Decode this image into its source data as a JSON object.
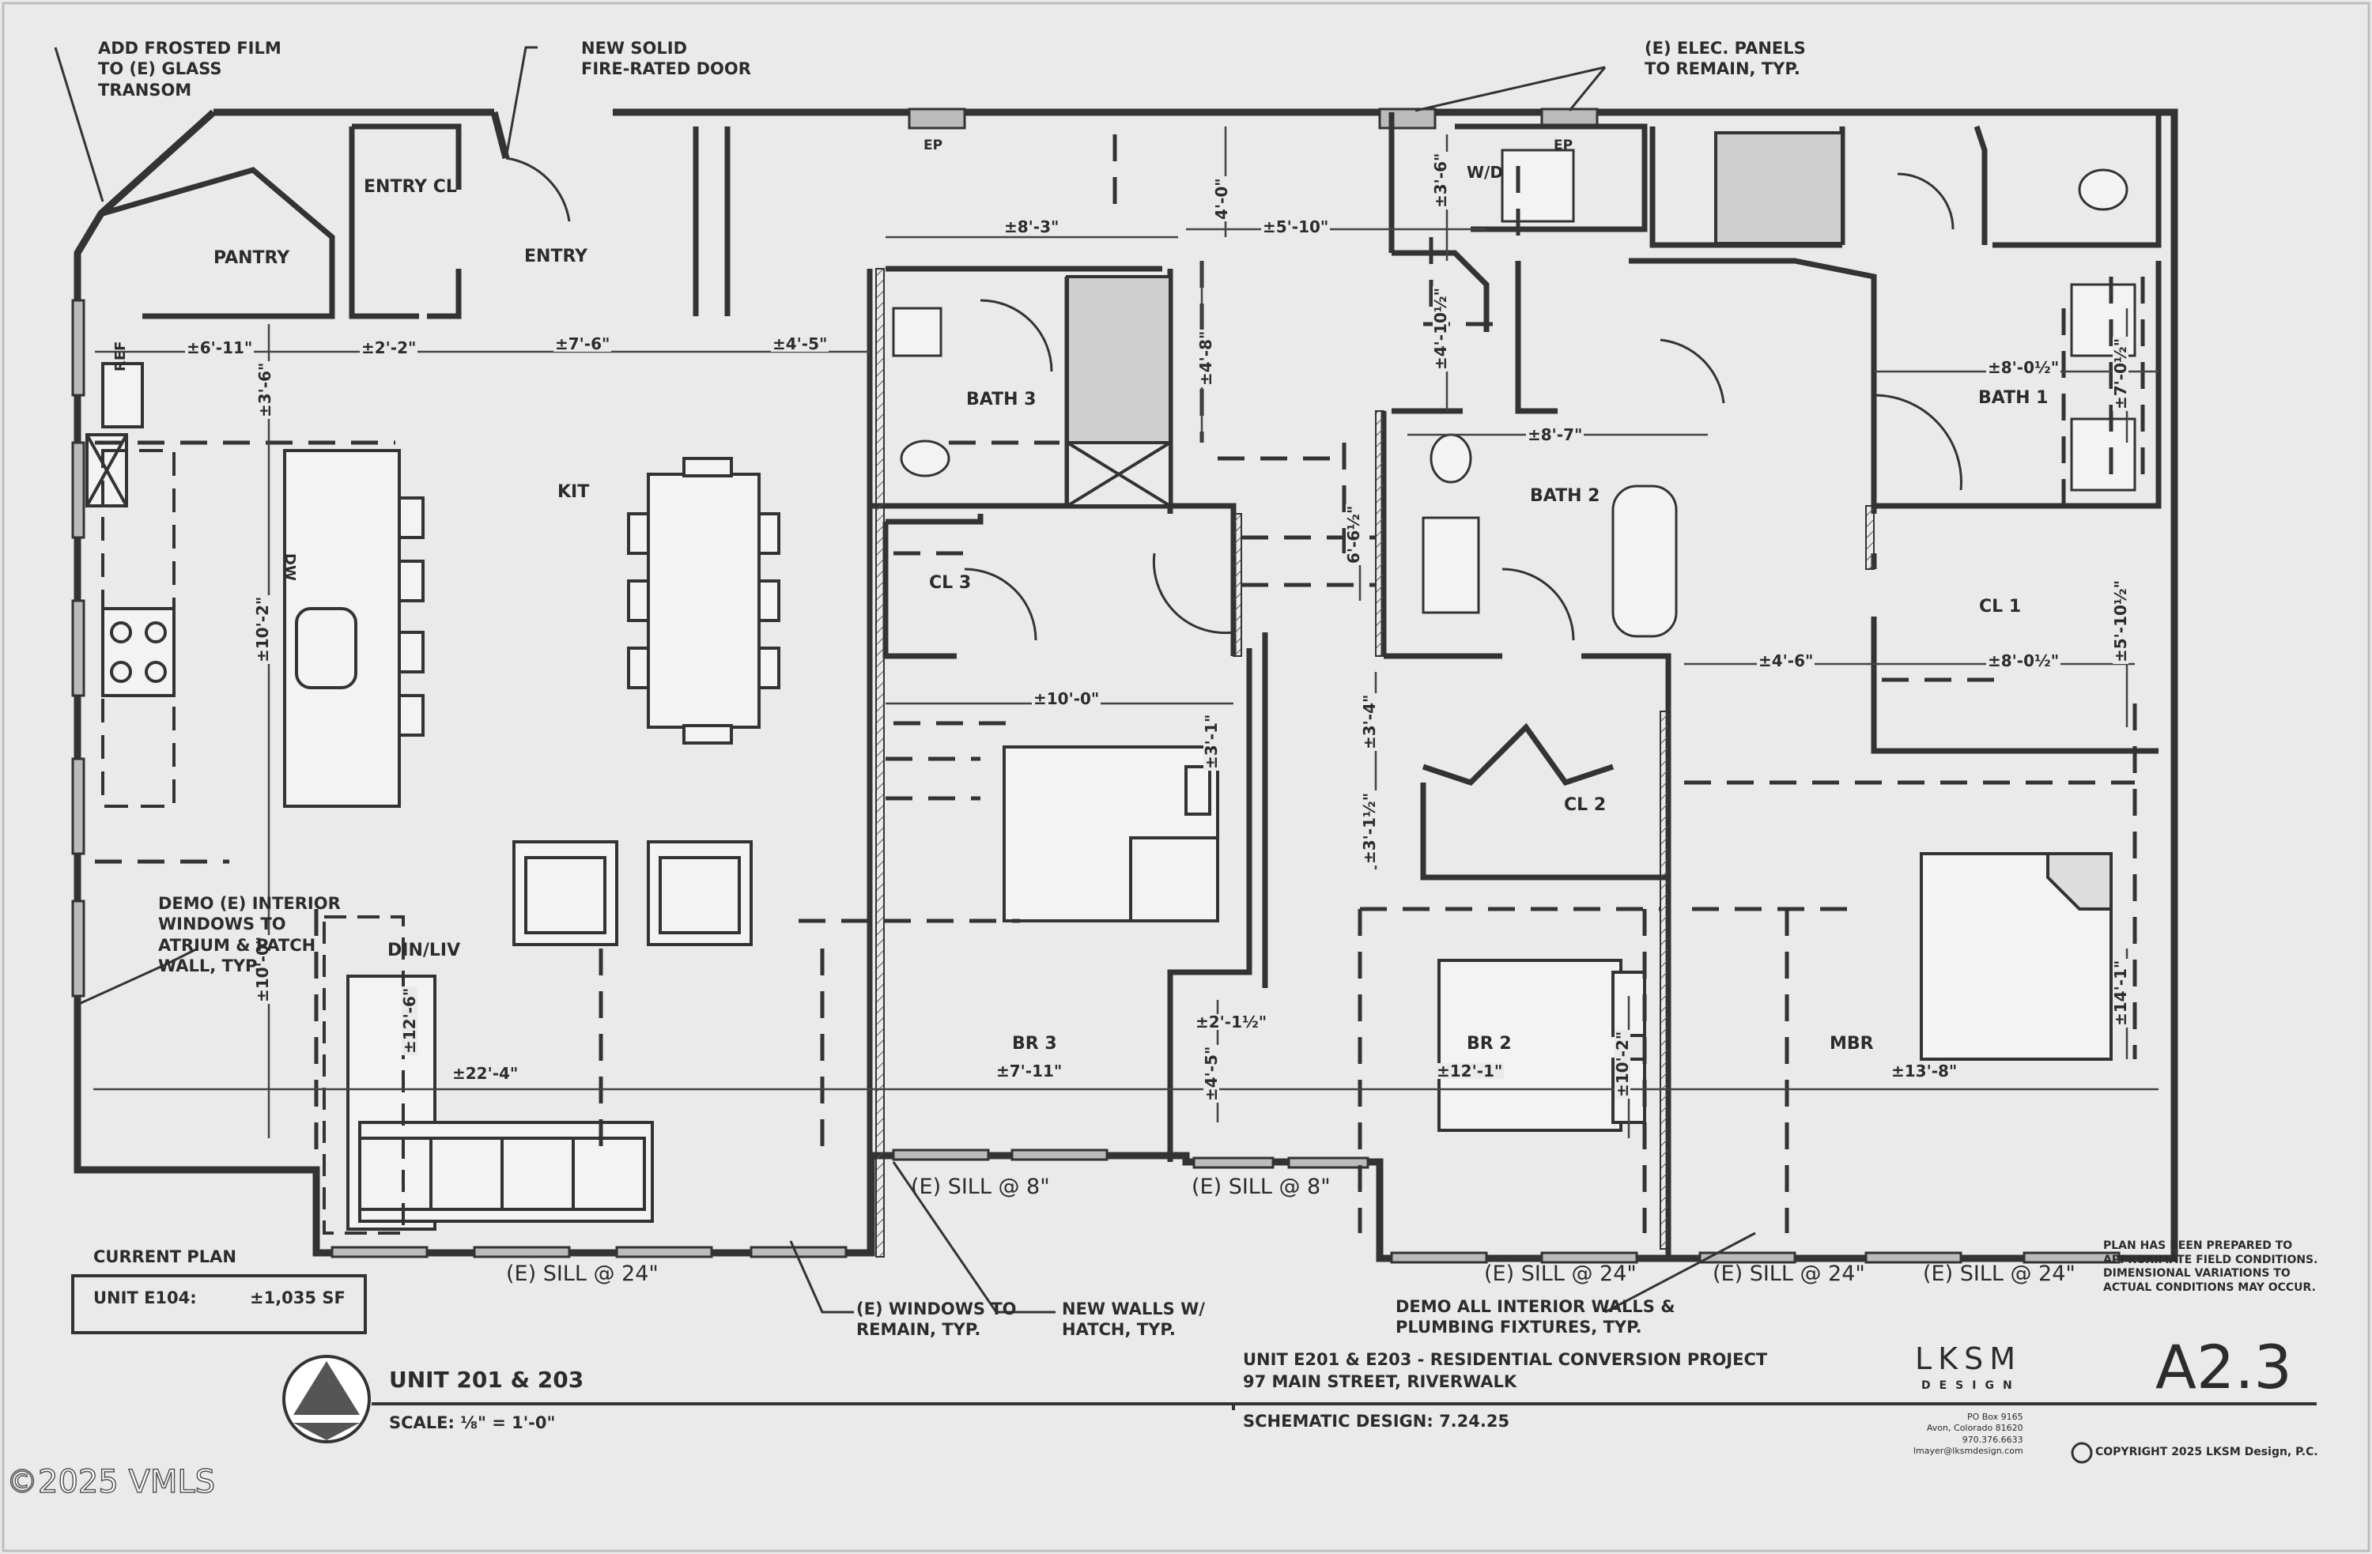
{
  "rooms": {
    "pantry": "PANTRY",
    "entry_cl": "ENTRY CL",
    "entry": "ENTRY",
    "kit": "KIT",
    "ref": "REF",
    "dw": "DW",
    "din_liv": "DIN/LIV",
    "bath3": "BATH 3",
    "cl3": "CL 3",
    "br3": "BR 3",
    "wd": "W/D",
    "ep_left": "EP",
    "ep_right": "EP",
    "bath2": "BATH 2",
    "cl2": "CL 2",
    "br2": "BR 2",
    "bath1": "BATH 1",
    "cl1": "CL 1",
    "mbr": "MBR"
  },
  "dimensions": {
    "d6_11": "±6'-11\"",
    "d2_2": "±2'-2\"",
    "d7_6": "±7'-6\"",
    "d4_5": "±4'-5\"",
    "d8_3": "±8'-3\"",
    "d5_10": "±5'-10\"",
    "d4_0": "4'-0\"",
    "d3_6a": "±3'-6\"",
    "d10_2a": "±10'-2\"",
    "d10_0a": "±10'-0\"",
    "d12_6": "±12'-6\"",
    "d22_4": "±22'-4\"",
    "d4_8": "±4'-8\"",
    "d10_0b": "±10'-0\"",
    "d7_11": "±7'-11\"",
    "d3_1": "±3'-1\"",
    "d2_1_5": "±2'-1½\"",
    "d4_5v": "±4'-5\"",
    "d3_6b": "±3'-6\"",
    "d4_10_5": "±4'-10½\"",
    "d8_7": "±8'-7\"",
    "d6_6": "6'-6½\"",
    "d3_4": "±3'-4\"",
    "d3_1_5": "±3'-1½\"",
    "d12_1": "±12'-1\"",
    "d10_2b": "±10'-2\"",
    "d8_0a": "±8'-0½\"",
    "d7_0": "±7'-0½\"",
    "d4_6": "±4'-6\"",
    "d8_0b": "±8'-0½\"",
    "d5_10_5": "±5'-10½\"",
    "d14_1": "±14'-1\"",
    "d13_8": "±13'-8\""
  },
  "notes": {
    "frosted": "ADD FROSTED FILM\nTO (E) GLASS\nTRANSOM",
    "door": "NEW SOLID\nFIRE-RATED DOOR",
    "elec": "(E) ELEC. PANELS\nTO REMAIN, TYP.",
    "demo_windows": "DEMO (E) INTERIOR\nWINDOWS TO\nATRIUM & PATCH\nWALL, TYP.",
    "windows": "(E) WINDOWS TO\nREMAIN, TYP.",
    "new_walls": "NEW WALLS W/\nHATCH, TYP.",
    "demo_walls": "DEMO ALL INTERIOR WALLS &\nPLUMBING FIXTURES, TYP.",
    "disclaimer": "PLAN HAS BEEN PREPARED TO\nAPPROXIMATE FIELD CONDITIONS.\nDIMENSIONAL VARIATIONS TO\nACTUAL CONDITIONS MAY OCCUR."
  },
  "sills": {
    "s1": "(E) SILL @ 8\"",
    "s2": "(E) SILL @ 8\"",
    "s3": "(E) SILL @ 24\"",
    "s4": "(E) SILL @ 24\"",
    "s5": "(E) SILL @ 24\"",
    "s6": "(E) SILL @ 24\""
  },
  "current_plan": {
    "heading": "CURRENT PLAN",
    "unit": "UNIT E104:",
    "area": "±1,035 SF"
  },
  "title_block": {
    "unit_title": "UNIT 201 & 203",
    "scale": "SCALE: ⅛\" = 1'-0\"",
    "project_line1": "UNIT E201 & E203 - RESIDENTIAL CONVERSION PROJECT",
    "project_line2": "97 MAIN STREET, RIVERWALK",
    "schematic": "SCHEMATIC DESIGN: 7.24.25",
    "firm": "LKSM",
    "firm_sub": "DESIGN",
    "firm_address": "PO Box 9165\nAvon, Colorado 81620\n970.376.6633\nlmayer@lksmdesign.com",
    "sheet": "A2.3",
    "copyright": "COPYRIGHT 2025 LKSM Design, P.C."
  },
  "watermark": "©2025 VMLS"
}
